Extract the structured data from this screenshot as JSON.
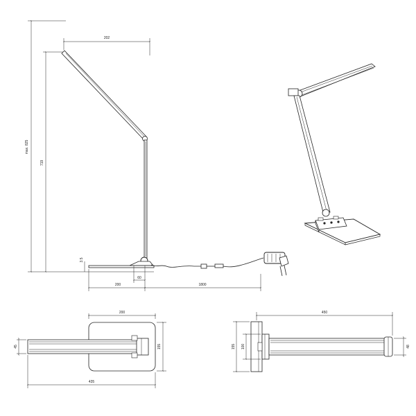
{
  "side_view": {
    "dim_width_top": "202",
    "dim_total_height": "max. 825",
    "dim_arm_height": "719",
    "dim_base_thickness": "3.5",
    "dim_base_depth": "200",
    "dim_pivot_offset": "60",
    "dim_cable_length": "1800"
  },
  "top_view_left": {
    "dim_base_width": "200",
    "dim_head_width": "45",
    "dim_base_depth": "155",
    "dim_total_length": "435"
  },
  "top_view_right": {
    "dim_total_length": "450",
    "dim_base_depth": "155",
    "dim_inner": "100",
    "dim_head_width": "48"
  }
}
